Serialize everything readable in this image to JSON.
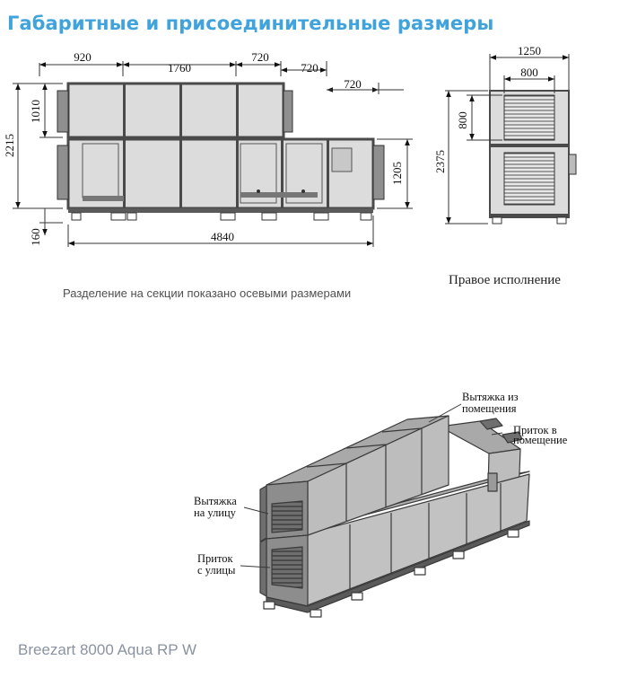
{
  "title": "Габаритные и присоединительные размеры",
  "note": "Разделение на секции показано осевыми размерами",
  "right_variant_label": "Правое исполнение",
  "footer": "Breezart 8000 Aqua RP W",
  "side_view_dims": {
    "top_920": "920",
    "top_1760": "1760",
    "top_720a": "720",
    "top_720b": "720",
    "top_720c": "720",
    "total_4840": "4840",
    "height_2215": "2215",
    "height_1010": "1010",
    "height_1205": "1205",
    "foot_160": "160"
  },
  "end_view_dims": {
    "width_1250": "1250",
    "width_800": "800",
    "height_800": "800",
    "height_2375": "2375"
  },
  "iso_labels": {
    "exhaust_from_room_1": "Вытяжка из",
    "exhaust_from_room_2": "помещения",
    "supply_to_room_1": "Приток в",
    "supply_to_room_2": "помещение",
    "exhaust_outside_1": "Вытяжка",
    "exhaust_outside_2": "на улицу",
    "supply_from_outside_1": "Приток",
    "supply_from_outside_2": "с улицы"
  },
  "colors": {
    "title": "#41a3dc",
    "panel": "#dcdcdc",
    "frame": "#4a4a4a",
    "iso_top": "#a9a9a9",
    "iso_side": "#bdbdbd",
    "iso_front": "#8d8d8d",
    "footer": "#8a93a0"
  }
}
